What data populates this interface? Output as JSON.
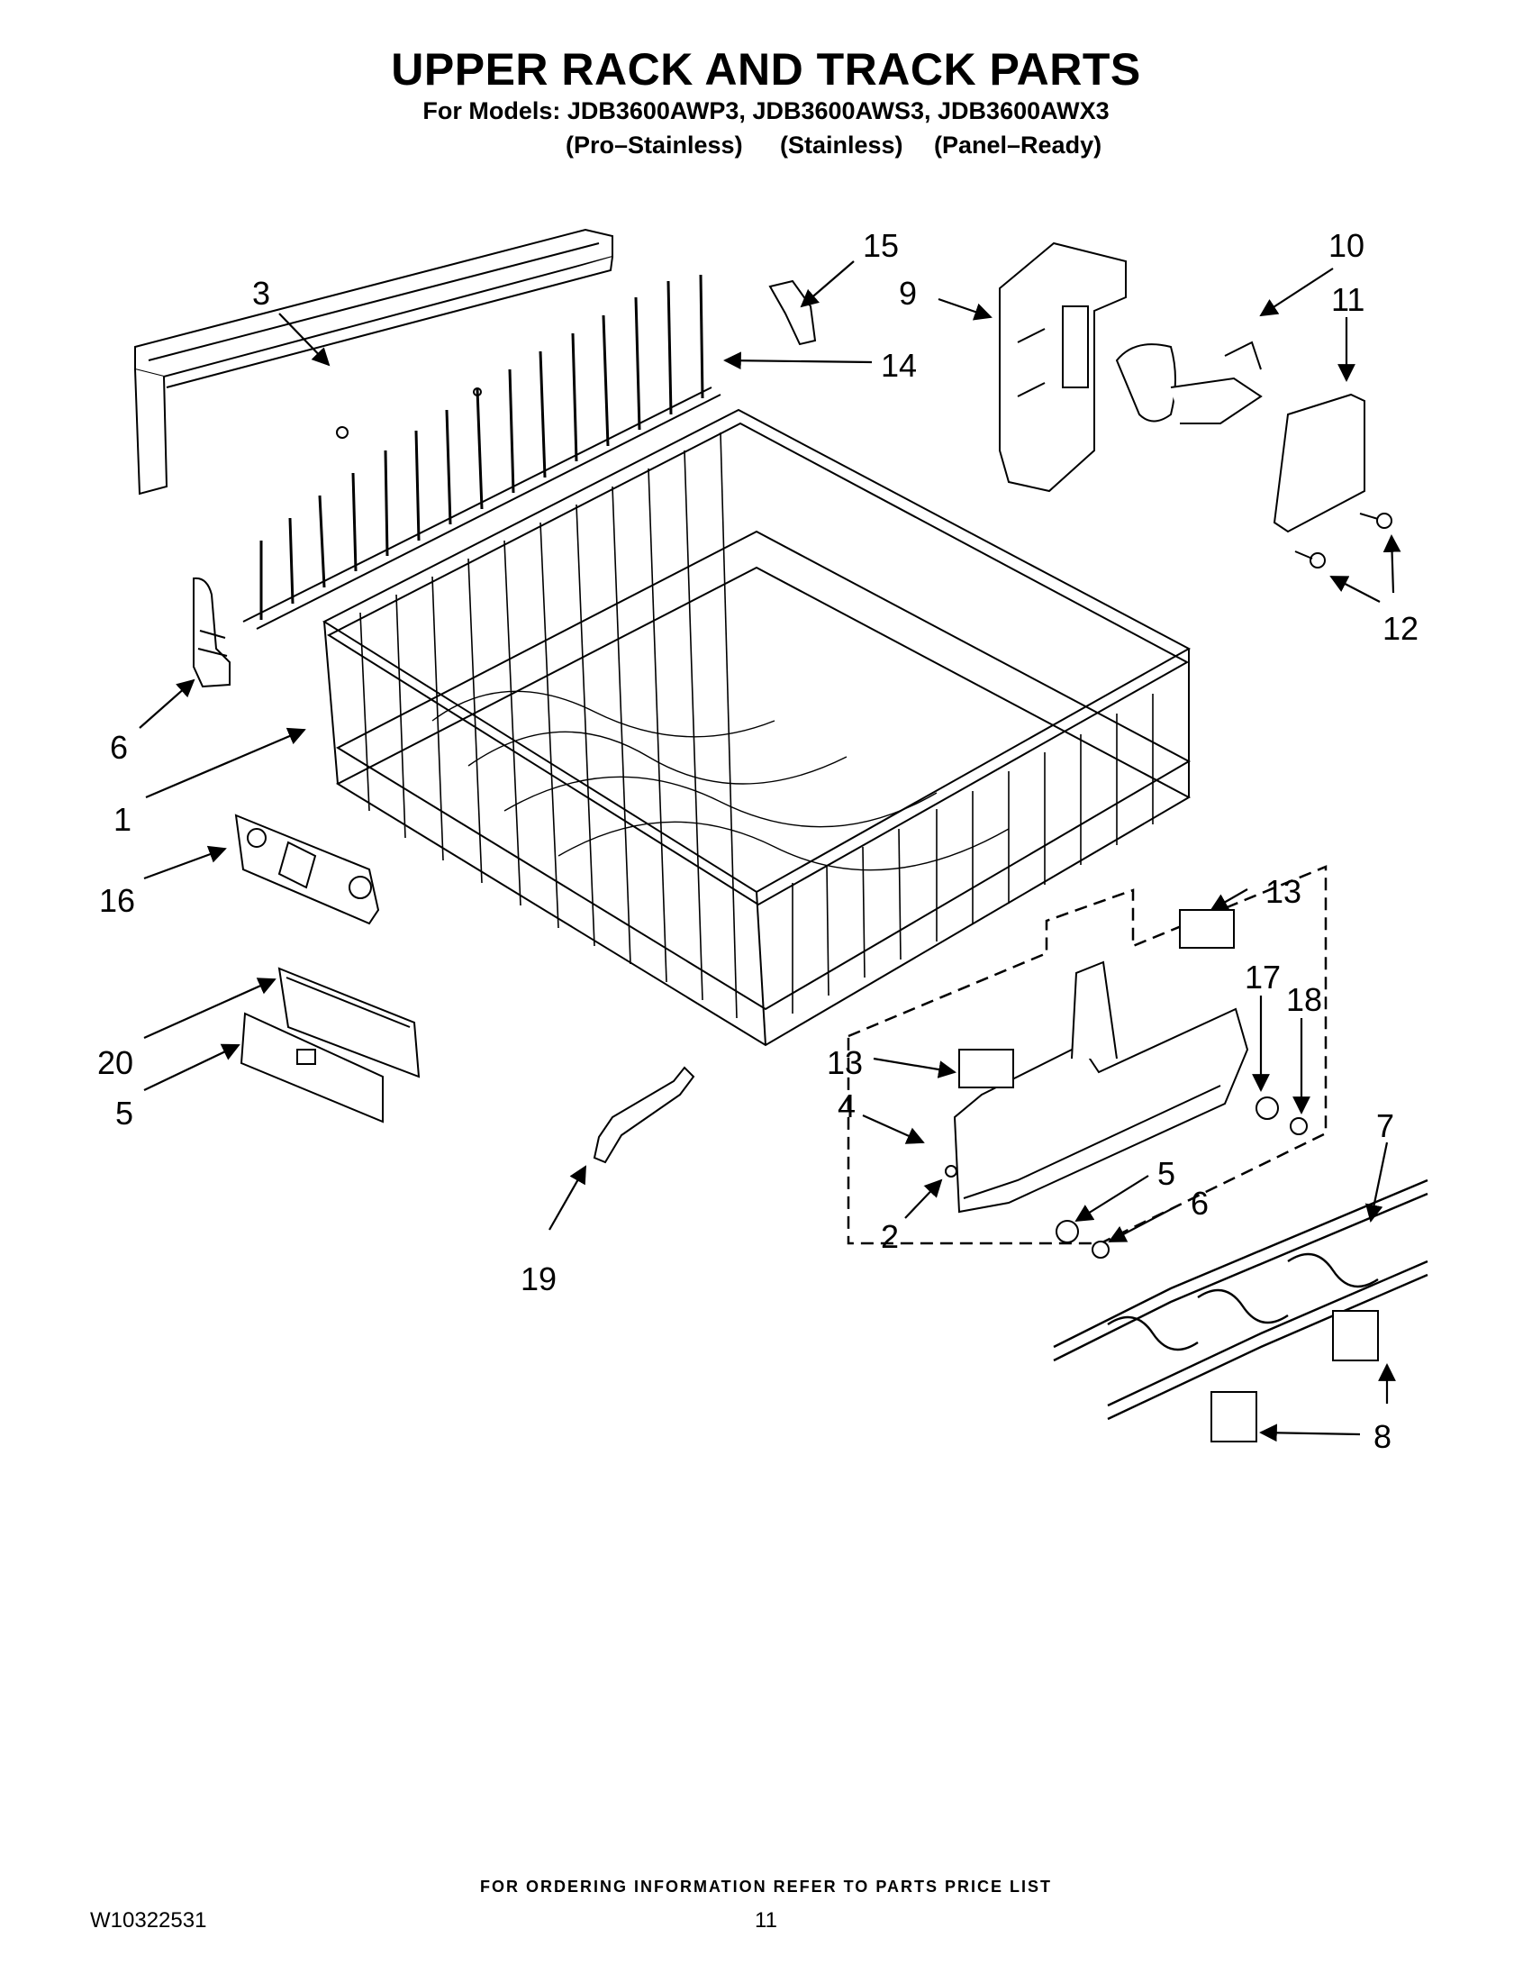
{
  "header": {
    "title": "UPPER RACK AND TRACK PARTS",
    "models": "For Models: JDB3600AWP3, JDB3600AWS3, JDB3600AWX3",
    "variant_1": "(Pro–Stainless)",
    "variant_2": "(Stainless)",
    "variant_3": "(Panel–Ready)"
  },
  "callouts": {
    "c1": "1",
    "c2": "2",
    "c3": "3",
    "c4": "4",
    "c5a": "5",
    "c5b": "5",
    "c6a": "6",
    "c6b": "6",
    "c7": "7",
    "c8": "8",
    "c9": "9",
    "c10": "10",
    "c11": "11",
    "c12": "12",
    "c13a": "13",
    "c13b": "13",
    "c14": "14",
    "c15": "15",
    "c16": "16",
    "c17": "17",
    "c18": "18",
    "c19": "19",
    "c20": "20"
  },
  "footer": {
    "ordering": "FOR ORDERING INFORMATION REFER TO PARTS PRICE LIST",
    "doc_number": "W10322531",
    "page_number": "11"
  }
}
